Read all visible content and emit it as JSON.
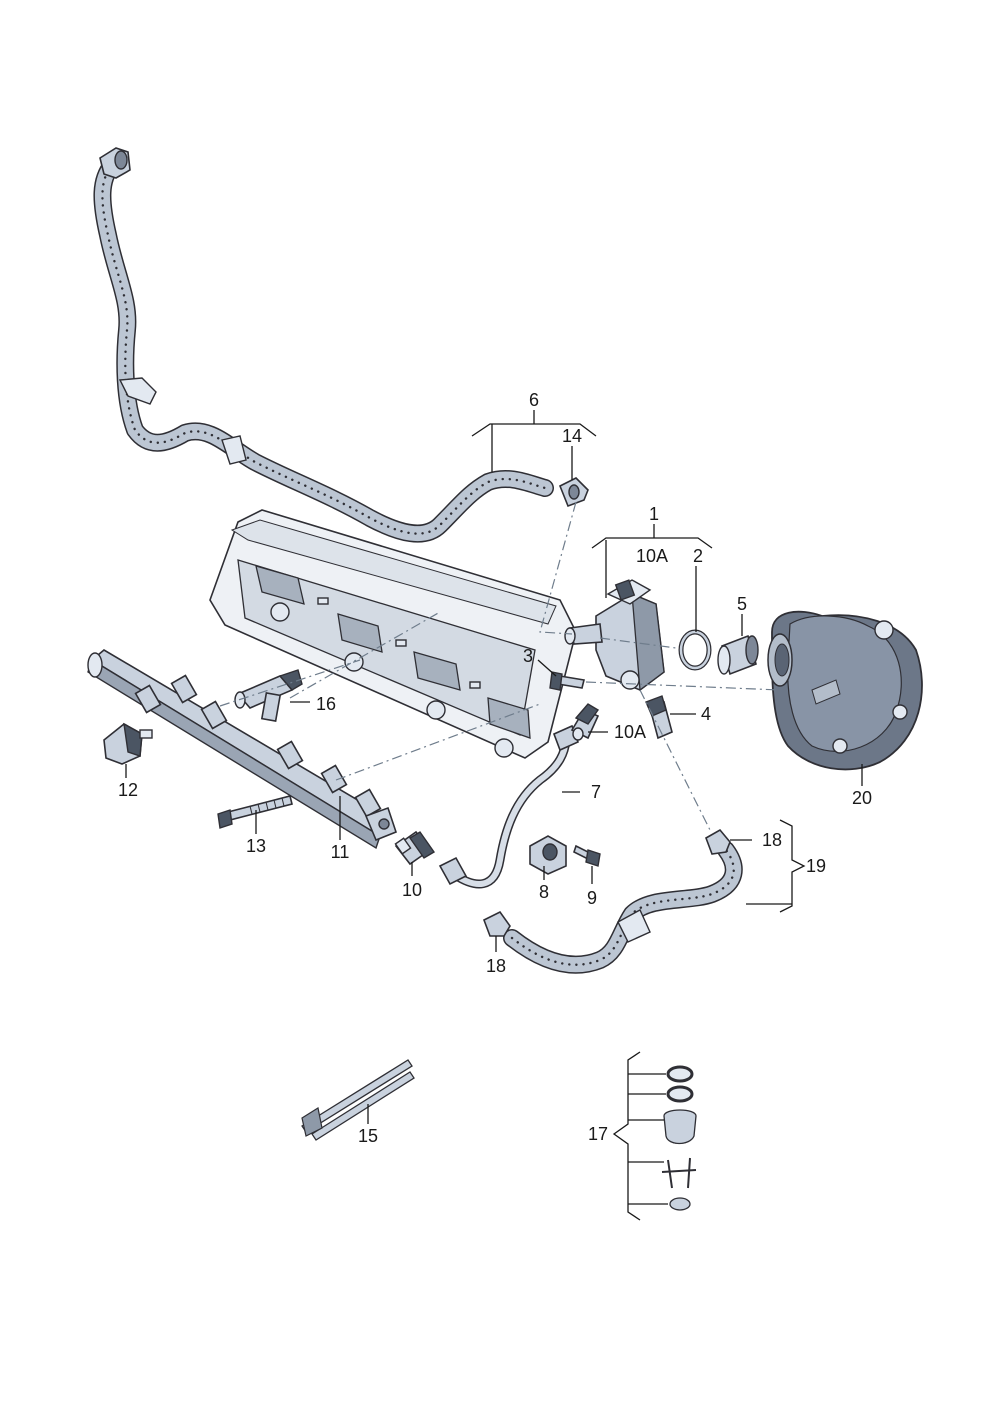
{
  "labels": {
    "l1": "1",
    "l2": "2",
    "l3": "3",
    "l4": "4",
    "l5": "5",
    "l6": "6",
    "l7": "7",
    "l8": "8",
    "l9": "9",
    "l10": "10",
    "l10a_top": "10A",
    "l10a_mid": "10A",
    "l11": "11",
    "l12": "12",
    "l13": "13",
    "l14": "14",
    "l15": "15",
    "l16": "16",
    "l17": "17",
    "l18_top": "18",
    "l18_bottom": "18",
    "l19": "19",
    "l20": "20"
  },
  "colors": {
    "line": "#1a1a1a",
    "part_fill": "#c9d2de",
    "part_dark": "#4b5563",
    "hose_fill": "#bcc6d3",
    "background": "#ffffff"
  }
}
